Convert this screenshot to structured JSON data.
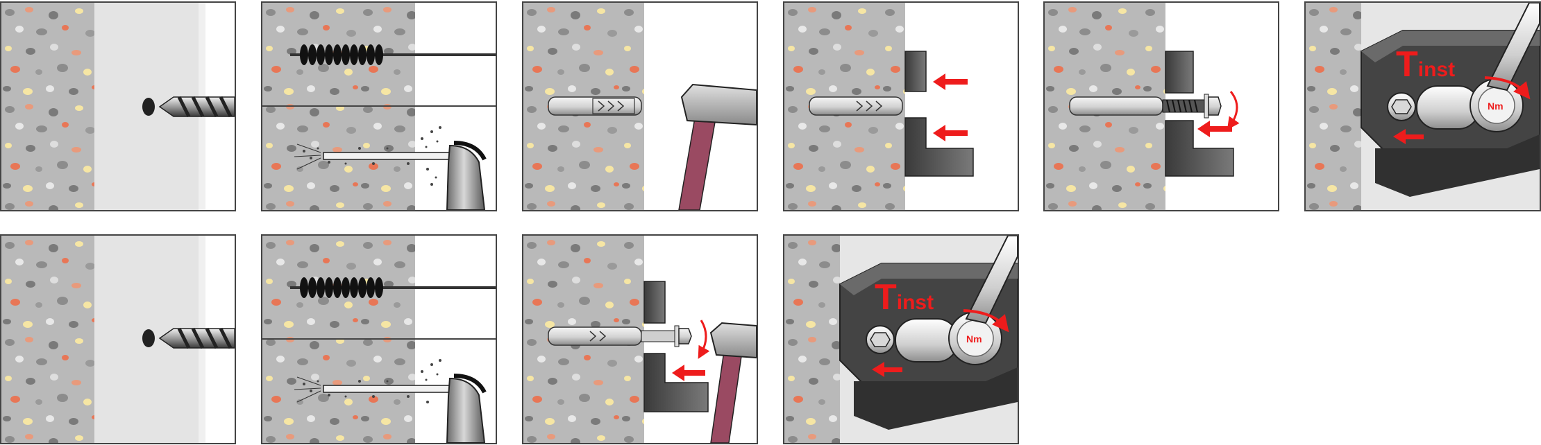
{
  "labels": {
    "torque_symbol_main": "T",
    "torque_symbol_sub": "inst",
    "torque_unit": "Nm"
  },
  "colors": {
    "concrete": "#b9b9b9",
    "arrow_red": "#ee1c1c",
    "hammer_handle": "#9a4a62",
    "fixture": "#4e4e4e",
    "panel_border": "#444444"
  }
}
